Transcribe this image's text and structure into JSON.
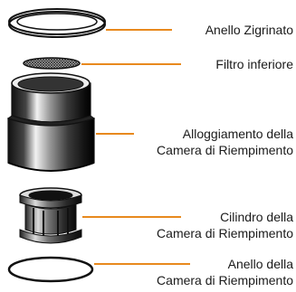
{
  "diagram": {
    "leader_color": "#e8891e",
    "parts": [
      {
        "id": "knurled-ring",
        "label_lines": [
          "Anello Zigrinato"
        ]
      },
      {
        "id": "lower-filter",
        "label_lines": [
          "Filtro inferiore"
        ]
      },
      {
        "id": "fill-chamber-housing",
        "label_lines": [
          "Alloggiamento della",
          "Camera di Riempimento"
        ]
      },
      {
        "id": "fill-chamber-cylinder",
        "label_lines": [
          "Cilindro della",
          "Camera di Riempimento"
        ]
      },
      {
        "id": "fill-chamber-ring",
        "label_lines": [
          "Anello della",
          "Camera di Riempimento"
        ]
      }
    ]
  }
}
